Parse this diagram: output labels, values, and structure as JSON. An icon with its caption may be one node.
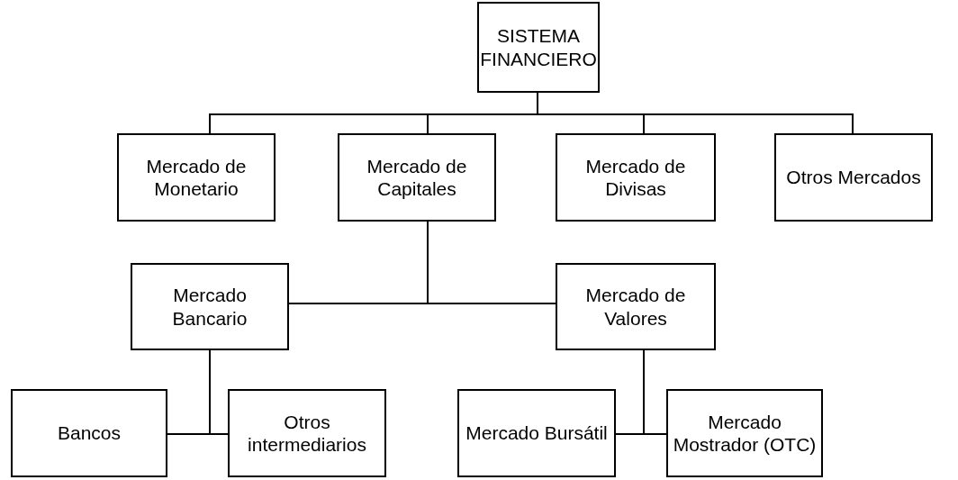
{
  "diagram": {
    "nodes": [
      {
        "text": [
          "SISTEMA FINANCIERO"
        ]
      },
      {
        "text": [
          "Mercado de Monetario"
        ]
      },
      {
        "text": [
          "Mercado de Capitales"
        ]
      },
      {
        "text": [
          "Mercado de Divisas"
        ]
      },
      {
        "text": [
          "Otros Mercados"
        ]
      },
      {
        "text": [
          "Mercado Bancario"
        ]
      },
      {
        "text": [
          "Mercado de Valores"
        ]
      },
      {
        "text": [
          "Bancos"
        ]
      },
      {
        "text": [
          "Otros intermediarios"
        ]
      },
      {
        "text": [
          "Mercado Bursátil"
        ]
      },
      {
        "text": [
          "Mercado Mostrador (OTC)"
        ]
      }
    ],
    "edges": [
      {
        "from": 0,
        "to": 1,
        "arrow": "none"
      },
      {
        "from": 0,
        "to": 2,
        "arrow": "none"
      },
      {
        "from": 0,
        "to": 3,
        "arrow": "none"
      },
      {
        "from": 0,
        "to": 4,
        "arrow": "none"
      },
      {
        "from": 2,
        "to": 5,
        "arrow": "none"
      },
      {
        "from": 2,
        "to": 6,
        "arrow": "none"
      },
      {
        "from": 5,
        "to": 7,
        "arrow": "none"
      },
      {
        "from": 5,
        "to": 8,
        "arrow": "none"
      },
      {
        "from": 6,
        "to": 9,
        "arrow": "none"
      },
      {
        "from": 6,
        "to": 10,
        "arrow": "none"
      }
    ]
  }
}
